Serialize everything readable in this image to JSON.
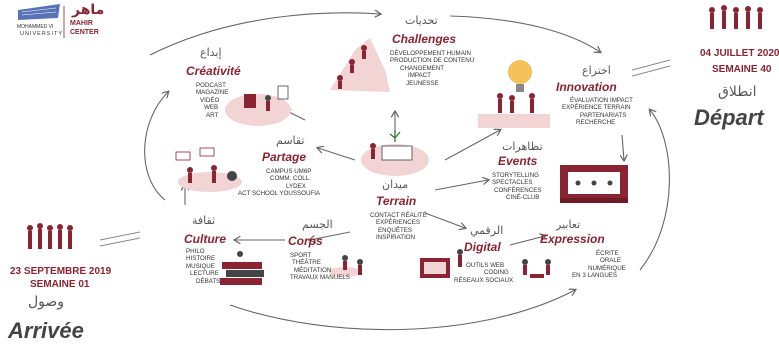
{
  "logo": {
    "university_line1": "MOHAMMED VI",
    "university_line2": "UNIVERSITY",
    "center_arabic": "ماهر",
    "center_line1": "MAHIR",
    "center_line2": "CENTER"
  },
  "start": {
    "date": "23 SEPTEMBRE 2019",
    "week": "SEMAINE 01",
    "arabic": "وصول",
    "label": "Arrivée"
  },
  "end": {
    "date": "04 JUILLET 2020",
    "week": "SEMAINE 40",
    "arabic": "انطلاق",
    "label": "Départ"
  },
  "nodes": {
    "challenges": {
      "arabic": "تحديات",
      "label": "Challenges",
      "items": [
        "DÉVELOPPEMENT HUMAIN",
        "PRODUCTION DE CONTENU",
        "CHANGEMENT",
        "IMPACT",
        "JEUNESSE"
      ]
    },
    "creativite": {
      "arabic": "إبداع",
      "label": "Créativité",
      "items": [
        "PODCAST",
        "MAGAZINE",
        "VIDÉO",
        "WEB",
        "ART"
      ]
    },
    "innovation": {
      "arabic": "اختراع",
      "label": "Innovation",
      "items": [
        "ÉVALUATION IMPACT",
        "EXPÉRIENCE TERRAIN",
        "PARTENARIATS",
        "RECHERCHE"
      ]
    },
    "partage": {
      "arabic": "تقاسم",
      "label": "Partage",
      "items": [
        "CAMPUS UM6P",
        "COMM. COLL.",
        "LYDEX",
        "ACT SCHOOL YOUSSOUFIA"
      ]
    },
    "events": {
      "arabic": "تظاهرات",
      "label": "Events",
      "items": [
        "STORYTELLING",
        "SPECTACLES",
        "CONFÉRENCES",
        "CINÉ-CLUB"
      ]
    },
    "terrain": {
      "arabic": "ميدان",
      "label": "Terrain",
      "items": [
        "CONTACT RÉALITÉ",
        "EXPÉRIENCES",
        "ENQUÊTES",
        "INSPIRATION"
      ]
    },
    "culture": {
      "arabic": "ثقافة",
      "label": "Culture",
      "items": [
        "PHILO",
        "HISTOIRE",
        "MUSIQUE",
        "LECTURE",
        "DÉBATS"
      ]
    },
    "corps": {
      "arabic": "الجسم",
      "label": "Corps",
      "items": [
        "SPORT",
        "THÉÂTRE",
        "MÉDITATION",
        "TRAVAUX MANUELS"
      ]
    },
    "digital": {
      "arabic": "الرقمي",
      "label": "Digital",
      "items": [
        "OUTILS WEB",
        "CODING",
        "RÉSEAUX SOCIAUX"
      ]
    },
    "expression": {
      "arabic": "تعابير",
      "label": "Expression",
      "items": [
        "ÉCRITE",
        "ORALE",
        "NUMÉRIQUE",
        "EN 3 LANGUES"
      ]
    }
  },
  "colors": {
    "accent": "#8a2432",
    "pink": "#f2d4d4",
    "ink": "#444444"
  }
}
